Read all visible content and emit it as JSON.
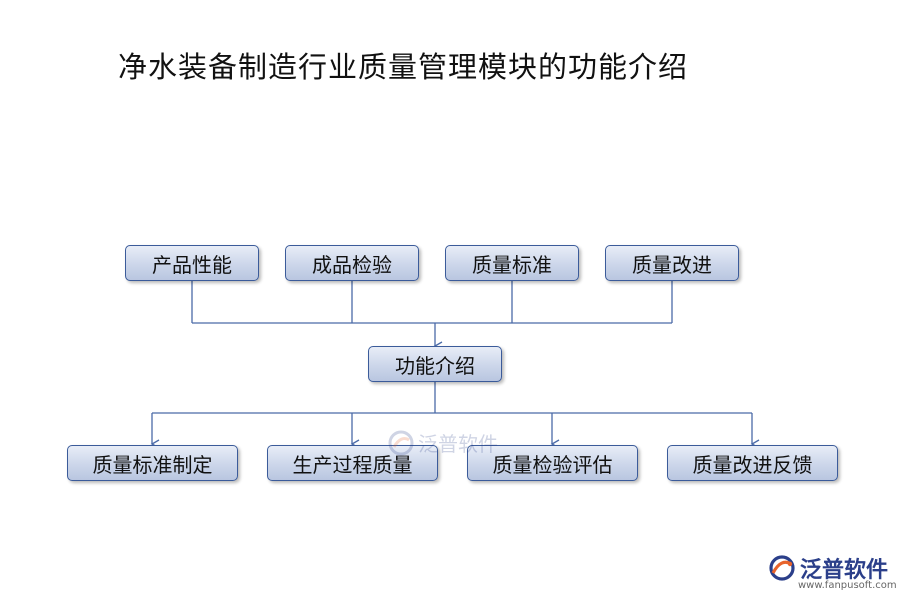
{
  "title": "净水装备制造行业质量管理模块的功能介绍",
  "top_row": [
    {
      "label": "产品性能"
    },
    {
      "label": "成品检验"
    },
    {
      "label": "质量标准"
    },
    {
      "label": "质量改进"
    }
  ],
  "center": {
    "label": "功能介绍"
  },
  "bottom_row": [
    {
      "label": "质量标准制定"
    },
    {
      "label": "生产过程质量"
    },
    {
      "label": "质量检验评估"
    },
    {
      "label": "质量改进反馈"
    }
  ],
  "watermark": {
    "text": "泛普软件"
  },
  "logo": {
    "text": "泛普软件",
    "url": "www.fanpusoft.com"
  },
  "colors": {
    "box_border": "#3b5b9a",
    "connector": "#4a6aa8",
    "logo_blue": "#2b3f8a",
    "logo_orange": "#e8642c"
  }
}
